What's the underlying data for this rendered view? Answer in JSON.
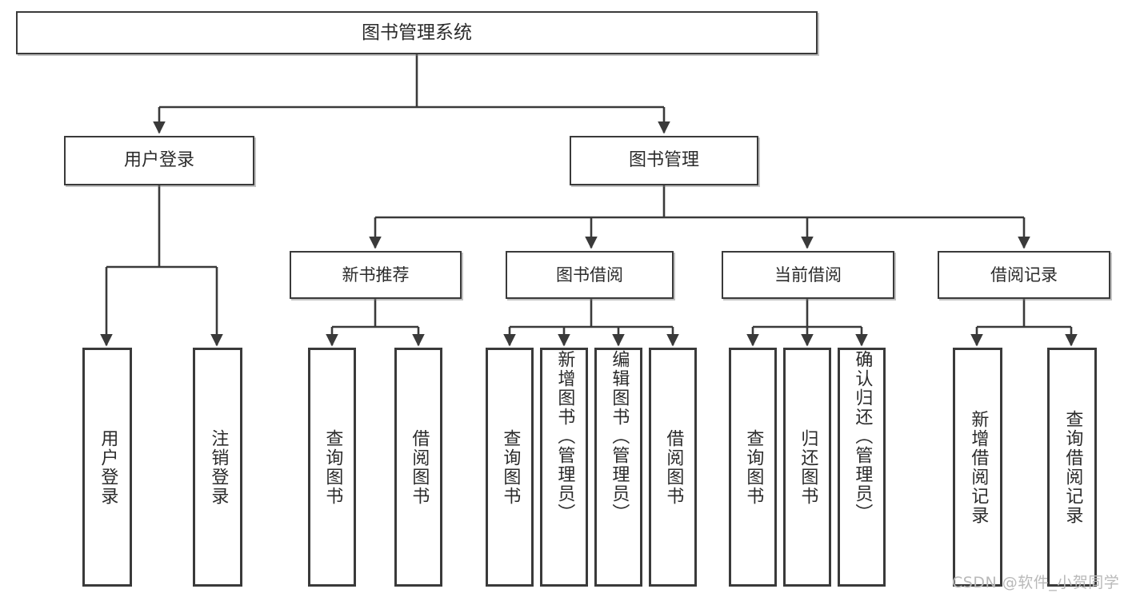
{
  "diagram": {
    "title": "图书管理系统",
    "type": "hierarchy-tree",
    "root": {
      "label": "图书管理系统",
      "children": [
        {
          "label": "用户登录",
          "children": [
            {
              "label": "用户登录"
            },
            {
              "label": "注销登录"
            }
          ]
        },
        {
          "label": "图书管理",
          "children": [
            {
              "label": "新书推荐",
              "children": [
                {
                  "label": "查询图书"
                },
                {
                  "label": "借阅图书"
                }
              ]
            },
            {
              "label": "图书借阅",
              "children": [
                {
                  "label": "查询图书"
                },
                {
                  "label": "新增图书（管理员）"
                },
                {
                  "label": "编辑图书（管理员）"
                },
                {
                  "label": "借阅图书"
                }
              ]
            },
            {
              "label": "当前借阅",
              "children": [
                {
                  "label": "查询图书"
                },
                {
                  "label": "归还图书"
                },
                {
                  "label": "确认归还（管理员）"
                }
              ]
            },
            {
              "label": "借阅记录",
              "children": [
                {
                  "label": "新增借阅记录"
                },
                {
                  "label": "查询借阅记录"
                }
              ]
            }
          ]
        }
      ]
    }
  },
  "nodes": {
    "root": "图书管理系统",
    "l2": {
      "user_login": "用户登录",
      "book_manage": "图书管理"
    },
    "l3": {
      "new_book_recommend": "新书推荐",
      "book_borrow": "图书借阅",
      "current_borrow": "当前借阅",
      "borrow_record": "借阅记录"
    },
    "leaves": {
      "user_login_1": "用户登录",
      "user_login_2": "注销登录",
      "recommend_1": "查询图书",
      "recommend_2": "借阅图书",
      "borrow_1": "查询图书",
      "borrow_2": "新增图书（管理员）",
      "borrow_3": "编辑图书（管理员）",
      "borrow_4": "借阅图书",
      "current_1": "查询图书",
      "current_2": "归还图书",
      "current_3": "确认归还（管理员）",
      "record_1": "新增借阅记录",
      "record_2": "查询借阅记录"
    }
  },
  "watermark": {
    "text": "CSDN @软件_小贺同学"
  },
  "colors": {
    "stroke": "#3a3a3a",
    "text": "#2b2b2b",
    "background": "#ffffff",
    "watermark": "#b9b9b9"
  }
}
